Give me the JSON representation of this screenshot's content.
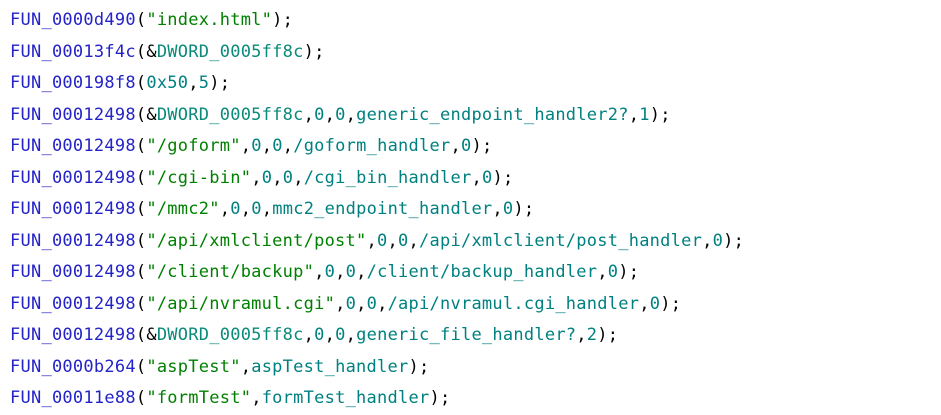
{
  "colors": {
    "function": "#2323c8",
    "punctuation": "#000000",
    "string": "#008000",
    "number": "#008080",
    "data_label": "#0a8a7a",
    "identifier": "#008080",
    "background": "#ffffff"
  },
  "lines": [
    [
      {
        "t": "FUN_0000d490",
        "k": "func"
      },
      {
        "t": "(",
        "k": "punct"
      },
      {
        "t": "\"index.html\"",
        "k": "str"
      },
      {
        "t": ");",
        "k": "punct"
      }
    ],
    [
      {
        "t": "FUN_00013f4c",
        "k": "func"
      },
      {
        "t": "(&",
        "k": "punct"
      },
      {
        "t": "DWORD_0005ff8c",
        "k": "data"
      },
      {
        "t": ");",
        "k": "punct"
      }
    ],
    [
      {
        "t": "FUN_000198f8",
        "k": "func"
      },
      {
        "t": "(",
        "k": "punct"
      },
      {
        "t": "0x50",
        "k": "num"
      },
      {
        "t": ",",
        "k": "punct"
      },
      {
        "t": "5",
        "k": "num"
      },
      {
        "t": ");",
        "k": "punct"
      }
    ],
    [
      {
        "t": "FUN_00012498",
        "k": "func"
      },
      {
        "t": "(&",
        "k": "punct"
      },
      {
        "t": "DWORD_0005ff8c",
        "k": "data"
      },
      {
        "t": ",",
        "k": "punct"
      },
      {
        "t": "0",
        "k": "num"
      },
      {
        "t": ",",
        "k": "punct"
      },
      {
        "t": "0",
        "k": "num"
      },
      {
        "t": ",",
        "k": "punct"
      },
      {
        "t": "generic_endpoint_handler2?",
        "k": "id"
      },
      {
        "t": ",",
        "k": "punct"
      },
      {
        "t": "1",
        "k": "num"
      },
      {
        "t": ");",
        "k": "punct"
      }
    ],
    [
      {
        "t": "FUN_00012498",
        "k": "func"
      },
      {
        "t": "(",
        "k": "punct"
      },
      {
        "t": "\"/goform\"",
        "k": "str"
      },
      {
        "t": ",",
        "k": "punct"
      },
      {
        "t": "0",
        "k": "num"
      },
      {
        "t": ",",
        "k": "punct"
      },
      {
        "t": "0",
        "k": "num"
      },
      {
        "t": ",",
        "k": "punct"
      },
      {
        "t": "/goform_handler",
        "k": "id"
      },
      {
        "t": ",",
        "k": "punct"
      },
      {
        "t": "0",
        "k": "num"
      },
      {
        "t": ");",
        "k": "punct"
      }
    ],
    [
      {
        "t": "FUN_00012498",
        "k": "func"
      },
      {
        "t": "(",
        "k": "punct"
      },
      {
        "t": "\"/cgi-bin\"",
        "k": "str"
      },
      {
        "t": ",",
        "k": "punct"
      },
      {
        "t": "0",
        "k": "num"
      },
      {
        "t": ",",
        "k": "punct"
      },
      {
        "t": "0",
        "k": "num"
      },
      {
        "t": ",",
        "k": "punct"
      },
      {
        "t": "/cgi_bin_handler",
        "k": "id"
      },
      {
        "t": ",",
        "k": "punct"
      },
      {
        "t": "0",
        "k": "num"
      },
      {
        "t": ");",
        "k": "punct"
      }
    ],
    [
      {
        "t": "FUN_00012498",
        "k": "func"
      },
      {
        "t": "(",
        "k": "punct"
      },
      {
        "t": "\"/mmc2\"",
        "k": "str"
      },
      {
        "t": ",",
        "k": "punct"
      },
      {
        "t": "0",
        "k": "num"
      },
      {
        "t": ",",
        "k": "punct"
      },
      {
        "t": "0",
        "k": "num"
      },
      {
        "t": ",",
        "k": "punct"
      },
      {
        "t": "mmc2_endpoint_handler",
        "k": "id"
      },
      {
        "t": ",",
        "k": "punct"
      },
      {
        "t": "0",
        "k": "num"
      },
      {
        "t": ");",
        "k": "punct"
      }
    ],
    [
      {
        "t": "FUN_00012498",
        "k": "func"
      },
      {
        "t": "(",
        "k": "punct"
      },
      {
        "t": "\"/api/xmlclient/post\"",
        "k": "str"
      },
      {
        "t": ",",
        "k": "punct"
      },
      {
        "t": "0",
        "k": "num"
      },
      {
        "t": ",",
        "k": "punct"
      },
      {
        "t": "0",
        "k": "num"
      },
      {
        "t": ",",
        "k": "punct"
      },
      {
        "t": "/api/xmlclient/post_handler",
        "k": "id"
      },
      {
        "t": ",",
        "k": "punct"
      },
      {
        "t": "0",
        "k": "num"
      },
      {
        "t": ");",
        "k": "punct"
      }
    ],
    [
      {
        "t": "FUN_00012498",
        "k": "func"
      },
      {
        "t": "(",
        "k": "punct"
      },
      {
        "t": "\"/client/backup\"",
        "k": "str"
      },
      {
        "t": ",",
        "k": "punct"
      },
      {
        "t": "0",
        "k": "num"
      },
      {
        "t": ",",
        "k": "punct"
      },
      {
        "t": "0",
        "k": "num"
      },
      {
        "t": ",",
        "k": "punct"
      },
      {
        "t": "/client/backup_handler",
        "k": "id"
      },
      {
        "t": ",",
        "k": "punct"
      },
      {
        "t": "0",
        "k": "num"
      },
      {
        "t": ");",
        "k": "punct"
      }
    ],
    [
      {
        "t": "FUN_00012498",
        "k": "func"
      },
      {
        "t": "(",
        "k": "punct"
      },
      {
        "t": "\"/api/nvramul.cgi\"",
        "k": "str"
      },
      {
        "t": ",",
        "k": "punct"
      },
      {
        "t": "0",
        "k": "num"
      },
      {
        "t": ",",
        "k": "punct"
      },
      {
        "t": "0",
        "k": "num"
      },
      {
        "t": ",",
        "k": "punct"
      },
      {
        "t": "/api/nvramul.cgi_handler",
        "k": "id"
      },
      {
        "t": ",",
        "k": "punct"
      },
      {
        "t": "0",
        "k": "num"
      },
      {
        "t": ");",
        "k": "punct"
      }
    ],
    [
      {
        "t": "FUN_00012498",
        "k": "func"
      },
      {
        "t": "(&",
        "k": "punct"
      },
      {
        "t": "DWORD_0005ff8c",
        "k": "data"
      },
      {
        "t": ",",
        "k": "punct"
      },
      {
        "t": "0",
        "k": "num"
      },
      {
        "t": ",",
        "k": "punct"
      },
      {
        "t": "0",
        "k": "num"
      },
      {
        "t": ",",
        "k": "punct"
      },
      {
        "t": "generic_file_handler?",
        "k": "id"
      },
      {
        "t": ",",
        "k": "punct"
      },
      {
        "t": "2",
        "k": "num"
      },
      {
        "t": ");",
        "k": "punct"
      }
    ],
    [
      {
        "t": "FUN_0000b264",
        "k": "func"
      },
      {
        "t": "(",
        "k": "punct"
      },
      {
        "t": "\"aspTest\"",
        "k": "str"
      },
      {
        "t": ",",
        "k": "punct"
      },
      {
        "t": "aspTest_handler",
        "k": "id"
      },
      {
        "t": ");",
        "k": "punct"
      }
    ],
    [
      {
        "t": "FUN_00011e88",
        "k": "func"
      },
      {
        "t": "(",
        "k": "punct"
      },
      {
        "t": "\"formTest\"",
        "k": "str"
      },
      {
        "t": ",",
        "k": "punct"
      },
      {
        "t": "formTest_handler",
        "k": "id"
      },
      {
        "t": ");",
        "k": "punct"
      }
    ]
  ]
}
